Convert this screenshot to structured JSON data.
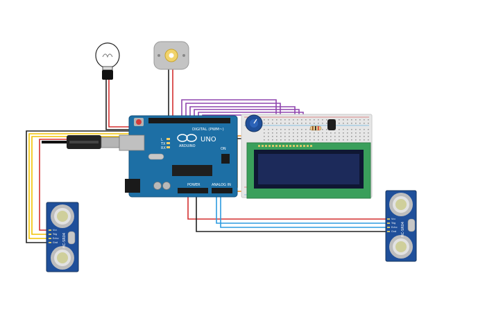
{
  "arduino": {
    "brand": "ARDUINO",
    "model": "UNO",
    "digital_label": "DIGITAL (PWM~)",
    "power_label": "POWER",
    "analog_label": "ANALOG IN",
    "tx_label": "TX",
    "rx_label": "RX",
    "l_label": "L",
    "on_label": "ON"
  },
  "sensor_left": {
    "model": "HC-SR04",
    "pins": [
      "Vcc",
      "Trig",
      "Echo",
      "Gnd"
    ]
  },
  "sensor_right": {
    "model": "HC-SR04",
    "pins": [
      "Vcc",
      "Trig",
      "Echo",
      "Gnd"
    ]
  },
  "colors": {
    "wire_red": "#d32f2f",
    "wire_black": "#212121",
    "wire_yellow": "#f2c200",
    "wire_purple": "#8e44ad",
    "wire_blue": "#2c9be0",
    "wire_orange": "#ef8a17",
    "wire_green": "#3aa655",
    "board_blue": "#1d6fa5",
    "lcd_green": "#3a9f5b",
    "lcd_screen": "#1c2a5a",
    "sensor_blue": "#1f4f9a"
  }
}
